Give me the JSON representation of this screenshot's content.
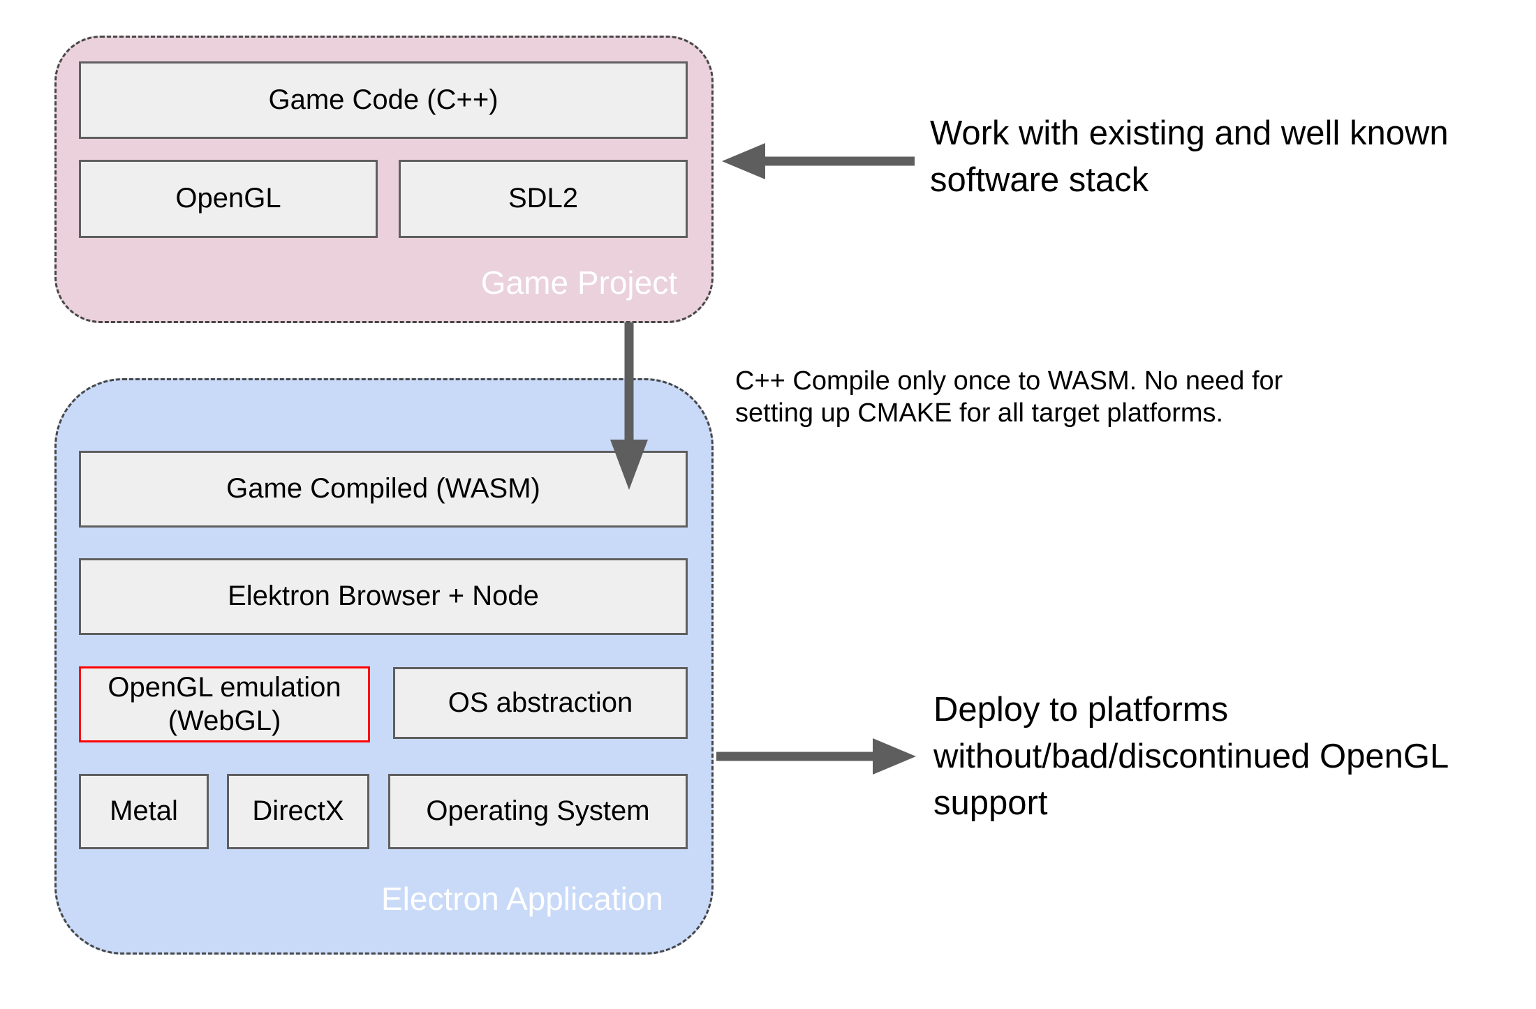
{
  "colors": {
    "background": "#ffffff",
    "game_project_fill": "#ead1dc",
    "electron_fill": "#c9daf8",
    "box_fill": "#efefef",
    "box_border": "#5f5f5f",
    "container_border": "#474747",
    "highlight_border": "#ff0000",
    "arrow": "#5e5e5e",
    "container_label": "#ffffff",
    "text": "#000000"
  },
  "game_project": {
    "label": "Game Project",
    "boxes": {
      "game_code": {
        "label": "Game Code (C++)"
      },
      "opengl": {
        "label": "OpenGL"
      },
      "sdl2": {
        "label": "SDL2"
      }
    }
  },
  "electron_application": {
    "label": "Electron Application",
    "boxes": {
      "game_wasm": {
        "label": "Game Compiled (WASM)"
      },
      "elektron_node": {
        "label": "Elektron Browser + Node"
      },
      "opengl_emulation": {
        "lines": [
          "OpenGL emulation",
          "(WebGL)"
        ]
      },
      "os_abstraction": {
        "label": "OS abstraction"
      },
      "metal": {
        "label": "Metal"
      },
      "directx": {
        "label": "DirectX"
      },
      "operating_system": {
        "label": "Operating System"
      }
    }
  },
  "annotations": {
    "work_with_existing": {
      "lines": [
        "Work with existing and well known",
        "software stack"
      ]
    },
    "compile_once": {
      "lines": [
        "C++ Compile only once to WASM. No need for",
        "setting up CMAKE for all target platforms."
      ]
    },
    "deploy": {
      "lines": [
        "Deploy to platforms",
        "without/bad/discontinued OpenGL",
        "support"
      ]
    }
  }
}
